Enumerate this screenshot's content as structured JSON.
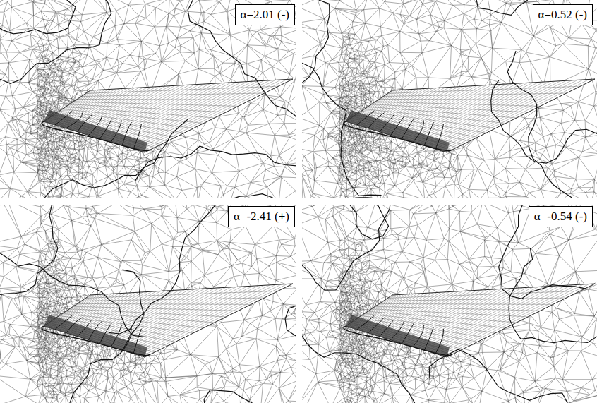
{
  "diagram": {
    "nodes": [
      {
        "text": [
          "α=2.01 (-)"
        ]
      },
      {
        "text": [
          "α=0.52 (-)"
        ]
      },
      {
        "text": [
          "α=-2.41 (+)"
        ]
      },
      {
        "text": [
          "α=-0.54 (-)"
        ]
      }
    ]
  }
}
